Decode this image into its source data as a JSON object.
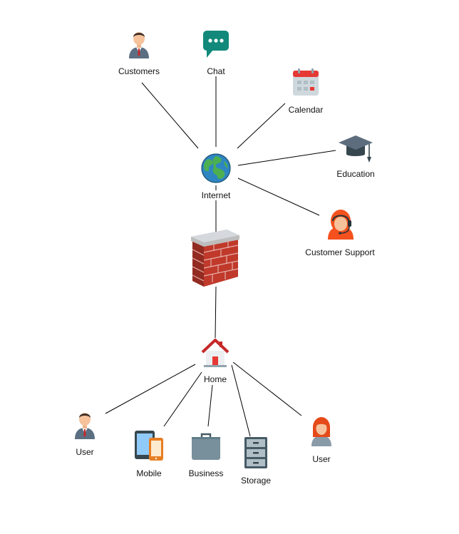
{
  "nodes": {
    "customers": {
      "label": "Customers",
      "icon": "businessman-icon"
    },
    "chat": {
      "label": "Chat",
      "icon": "chat-bubble-icon"
    },
    "calendar": {
      "label": "Calendar",
      "icon": "calendar-icon"
    },
    "education": {
      "label": "Education",
      "icon": "graduation-cap-icon"
    },
    "customer_support": {
      "label": "Customer Support",
      "icon": "support-agent-icon"
    },
    "internet": {
      "label": "Internet",
      "icon": "globe-icon"
    },
    "firewall": {
      "label": "",
      "icon": "firewall-icon"
    },
    "home": {
      "label": "Home",
      "icon": "house-icon"
    },
    "user_left": {
      "label": "User",
      "icon": "businessman-icon"
    },
    "mobile": {
      "label": "Mobile",
      "icon": "mobile-devices-icon"
    },
    "business": {
      "label": "Business",
      "icon": "briefcase-icon"
    },
    "storage": {
      "label": "Storage",
      "icon": "filing-cabinet-icon"
    },
    "user_right": {
      "label": "User",
      "icon": "woman-user-icon"
    }
  },
  "edges": [
    [
      "internet",
      "customers"
    ],
    [
      "internet",
      "chat"
    ],
    [
      "internet",
      "calendar"
    ],
    [
      "internet",
      "education"
    ],
    [
      "internet",
      "customer_support"
    ],
    [
      "internet",
      "firewall"
    ],
    [
      "firewall",
      "home"
    ],
    [
      "home",
      "user_left"
    ],
    [
      "home",
      "mobile"
    ],
    [
      "home",
      "business"
    ],
    [
      "home",
      "storage"
    ],
    [
      "home",
      "user_right"
    ]
  ],
  "colors": {
    "edge": "#000000",
    "chat_bubble": "#12897a",
    "calendar_red": "#e53935",
    "brick": "#c0392b",
    "roof": "#c62828",
    "support_hair": "#f4511e",
    "cap": "#5d6d7e"
  }
}
